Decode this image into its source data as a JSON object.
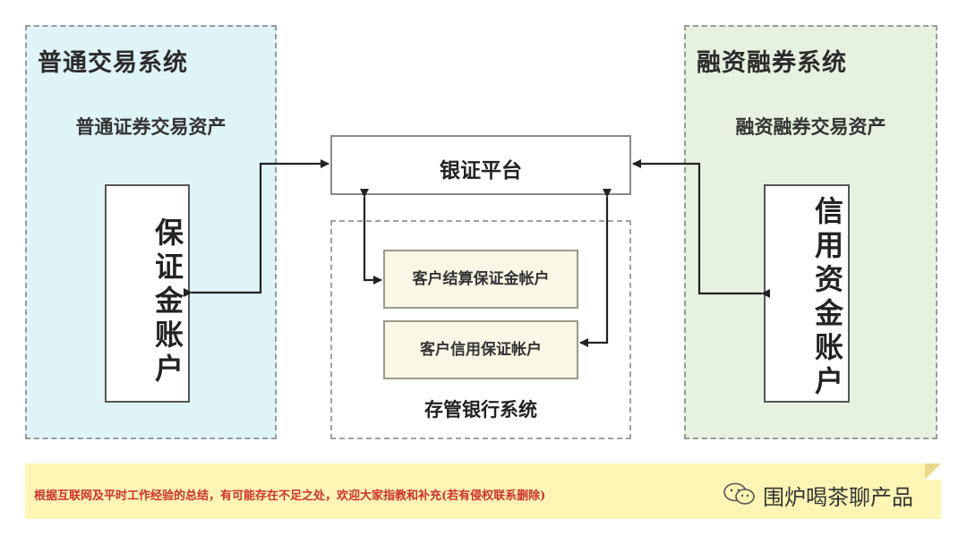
{
  "left_system": {
    "title": "普通交易系统",
    "subtitle": "普通证券交易资产",
    "account": "保证金账户"
  },
  "right_system": {
    "title": "融资融券系统",
    "subtitle": "融资融券交易资产",
    "account": "信用资金账户"
  },
  "platform": {
    "label": "银证平台"
  },
  "custody": {
    "title": "存管银行系统",
    "accounts": [
      "客户结算保证金帐户",
      "客户信用保证帐户"
    ]
  },
  "footer": {
    "note": "根据互联网及平时工作经验的总结，有可能存在不足之处，欢迎大家指教和补充(若有侵权联系删除)",
    "watermark": "围炉喝茶聊产品",
    "watermark_icon": "wechat-icon"
  },
  "colors": {
    "left_zone": "#dff4f6",
    "right_zone": "#e6f2df",
    "account_fill": "#fbf7e6",
    "note_fill": "#fdf5b4",
    "note_text": "#d0312d"
  }
}
